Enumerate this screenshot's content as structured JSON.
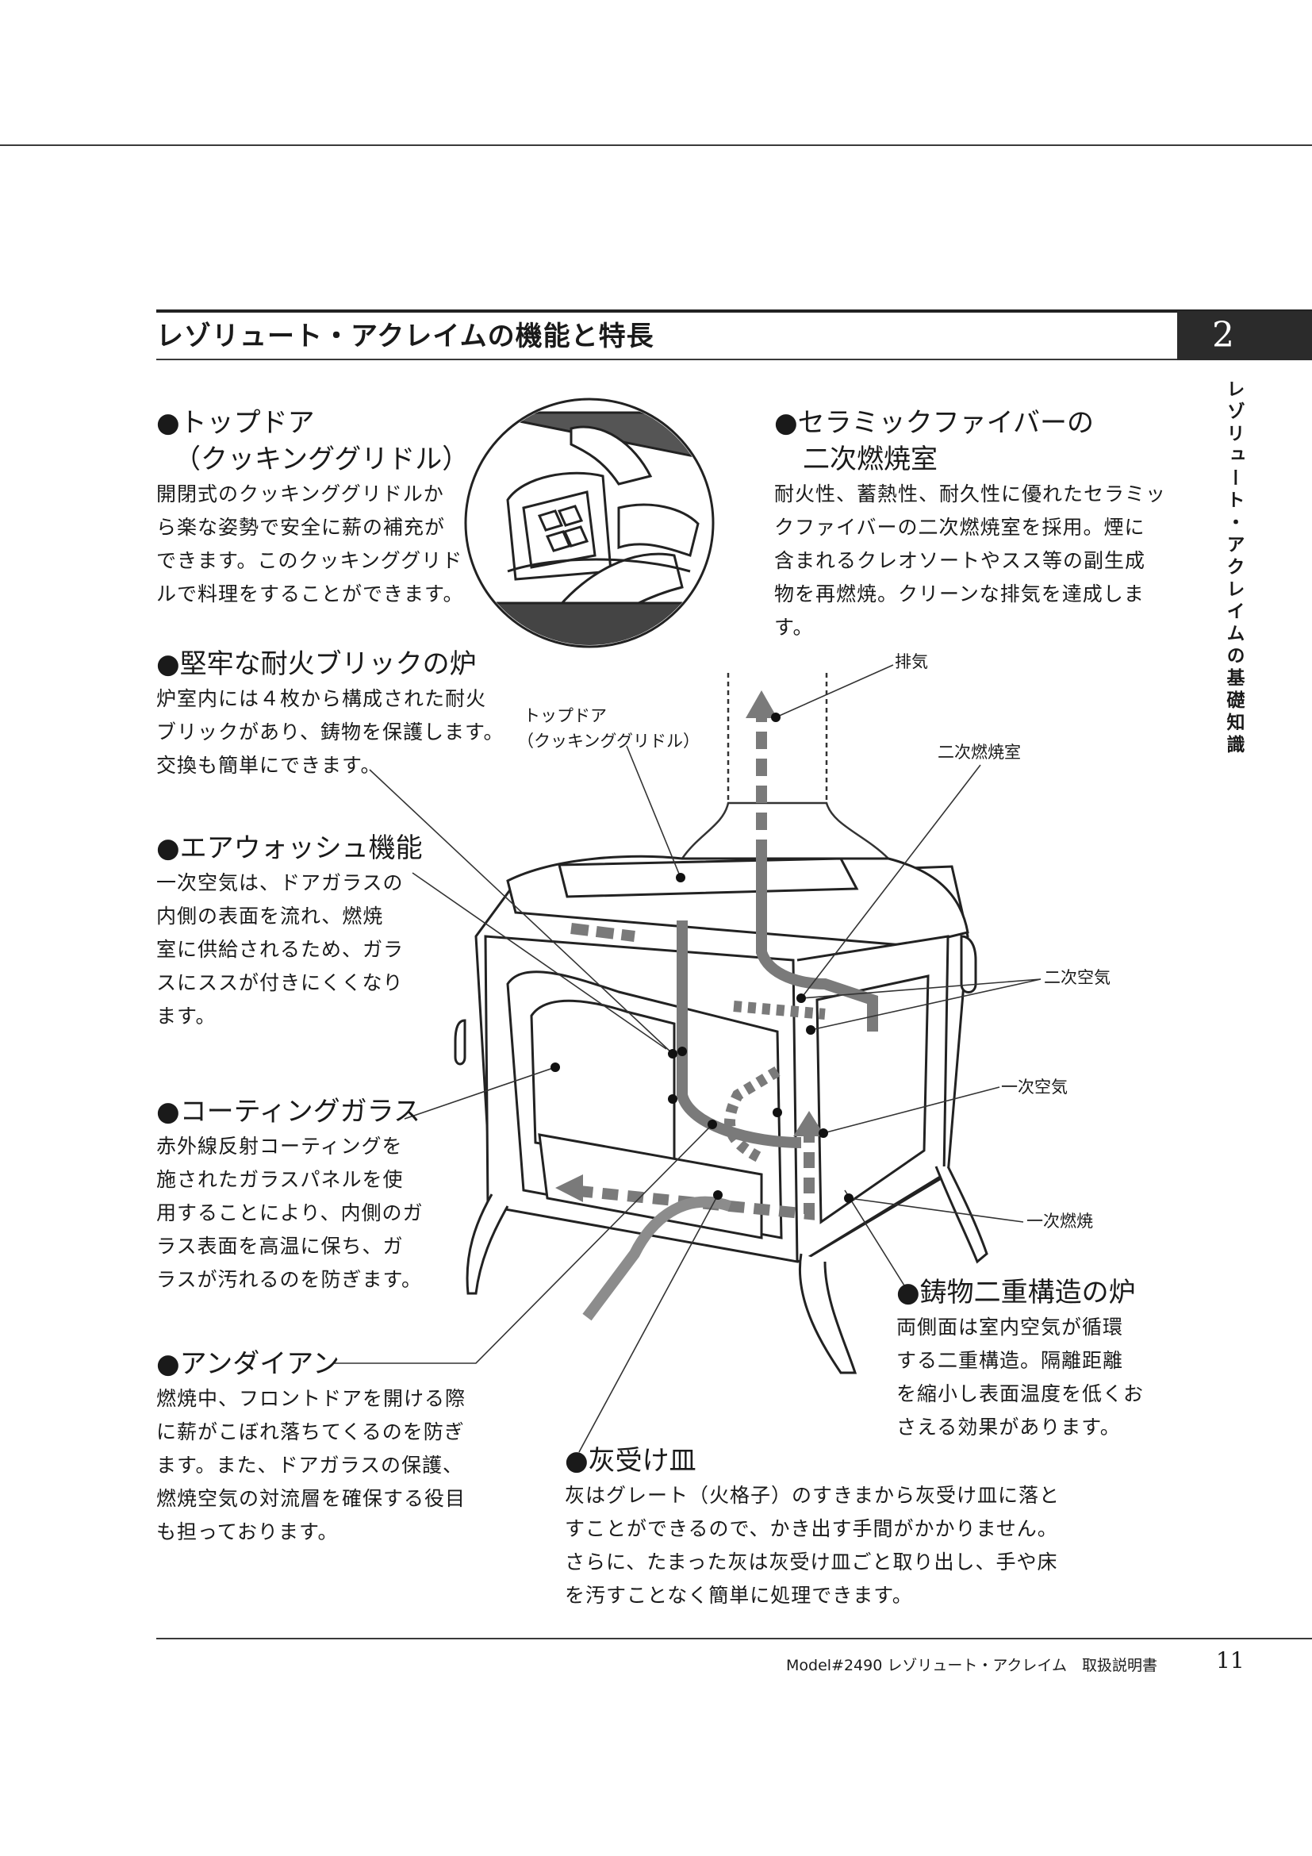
{
  "header": {
    "title": "レゾリュート・アクレイムの機能と特長",
    "chapter": "2",
    "side_label": "レゾリュート・アクレイムの基礎知識"
  },
  "features": {
    "top_door": {
      "heading": "●トップドア",
      "heading_sub": "（クッキンググリドル）",
      "lines": [
        "開閉式のクッキンググリドルか",
        "ら楽な姿勢で安全に薪の補充が",
        "できます。このクッキンググリド",
        "ルで料理をすることができます。"
      ]
    },
    "ceramic": {
      "heading": "●セラミックファイバーの",
      "heading_sub": "二次燃焼室",
      "lines": [
        "耐火性、蓄熱性、耐久性に優れたセラミッ",
        "クファイバーの二次燃焼室を採用。煙に",
        "含まれるクレオソートやスス等の副生成",
        "物を再燃焼。クリーンな排気を達成しま",
        "す。"
      ]
    },
    "firebrick": {
      "heading": "●堅牢な耐火ブリックの炉",
      "lines": [
        "炉室内には４枚から構成された耐火",
        "ブリックがあり、鋳物を保護します。",
        "交換も簡単にできます。"
      ]
    },
    "airwash": {
      "heading": "●エアウォッシュ機能",
      "lines": [
        "一次空気は、ドアガラスの",
        "内側の表面を流れ、燃焼",
        "室に供給されるため、ガラ",
        "スにススが付きにくくなり",
        "ます。"
      ]
    },
    "glass": {
      "heading": "●コーティングガラス",
      "lines": [
        "赤外線反射コーティングを",
        "施されたガラスパネルを使",
        "用することにより、内側のガ",
        "ラス表面を高温に保ち、ガ",
        "ラスが汚れるのを防ぎます。"
      ]
    },
    "andiron": {
      "heading": "●アンダイアン",
      "lines": [
        "燃焼中、フロントドアを開ける際",
        "に薪がこぼれ落ちてくるのを防ぎ",
        "ます。また、ドアガラスの保護、",
        "燃焼空気の対流層を確保する役目",
        "も担っております。"
      ]
    },
    "castiron": {
      "heading": "●鋳物二重構造の炉",
      "lines": [
        "両側面は室内空気が循環",
        "する二重構造。隔離距離",
        "を縮小し表面温度を低くお",
        "さえる効果があります。"
      ]
    },
    "ashpan": {
      "heading": "●灰受け皿",
      "lines": [
        "灰はグレート（火格子）のすきまから灰受け皿に落と",
        "すことができるので、かき出す手間がかかりません。",
        "さらに、たまった灰は灰受け皿ごと取り出し、手や床",
        "を汚すことなく簡単に処理できます。"
      ]
    }
  },
  "diagram_labels": {
    "exhaust": "排気",
    "top_door": "トップドア",
    "top_door_sub": "（クッキンググリドル）",
    "secondary_chamber": "二次燃焼室",
    "secondary_air": "二次空気",
    "primary_air": "一次空気",
    "primary_combustion": "一次燃焼"
  },
  "footer": {
    "text": "Model#2490 レゾリュート・アクレイム　取扱説明書",
    "page": "11"
  }
}
